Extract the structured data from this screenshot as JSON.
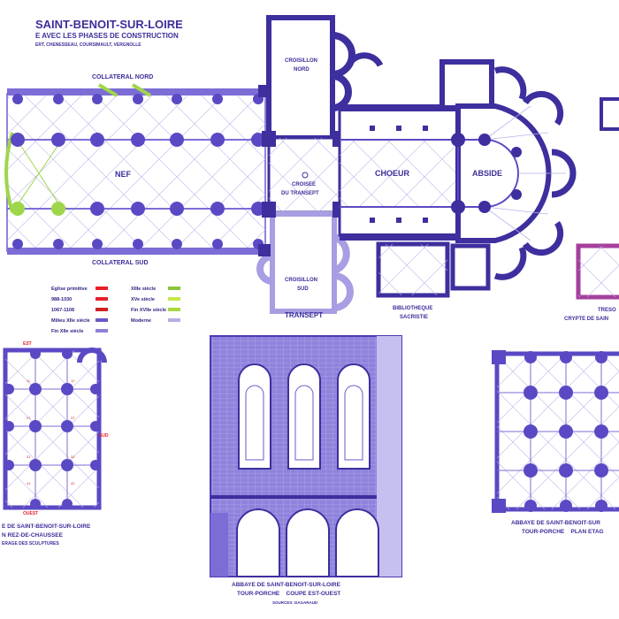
{
  "title": {
    "line1": "SAINT-BENOIT-SUR-LOIRE",
    "line2": "E AVEC LES PHASES DE CONSTRUCTION",
    "line3": "ERT, CHENESSEAU, COURSIMAULT, VERGNOLLE"
  },
  "main_plan": {
    "collateral_nord": "COLLATERAL NORD",
    "collateral_sud": "COLLATERAL SUD",
    "nef": "NEF",
    "croisillon_nord_1": "CROISILLON",
    "croisillon_nord_2": "NORD",
    "croisee_1": "CROISEE",
    "croisee_2": "DU TRANSEPT",
    "choeur": "CHOEUR",
    "abside": "ABSIDE",
    "croisillon_sud_1": "CROISILLON",
    "croisillon_sud_2": "SUD",
    "transept": "TRANSEPT",
    "bibliotheque_1": "BIBLIOTHEQUE",
    "bibliotheque_2": "SACRISTIE",
    "tresor_1": "TRESO",
    "tresor_2": "CRYPTE DE SAIN"
  },
  "legend": {
    "items": [
      {
        "label": "Eglise primitive",
        "color": "#e8202a"
      },
      {
        "label": "988-1030",
        "color": "#e8202a"
      },
      {
        "label": "1067-1108",
        "color": "#d0201f"
      },
      {
        "label": "Milieu XIIe siècle",
        "color": "#6a58c8"
      },
      {
        "label": "Fin XIIe siècle",
        "color": "#8f80d8"
      },
      {
        "label": "XIIIe siècle",
        "color": "#8cc43c"
      },
      {
        "label": "XVe siècle",
        "color": "#c4e84a"
      },
      {
        "label": "Fin XVIIe siècle",
        "color": "#a8d840"
      },
      {
        "label": "Moderne",
        "color": "#b4aee6"
      }
    ]
  },
  "porch_ground": {
    "est": "EST",
    "sud": "SUD",
    "ouest": "OUEST",
    "caption1": "E DE SAINT-BENOIT-SUR-LOIRE",
    "caption2": "N REZ-DE-CHAUSSEE",
    "caption3": "ERAGE DES SCULPTURES"
  },
  "section": {
    "caption1": "ABBAYE DE SAINT-BENOIT-SUR-LOIRE",
    "caption2": "TOUR-PORCHE    COUPE EST-OUEST",
    "caption3": "SOURCES: DAGARAUD"
  },
  "porch_upper": {
    "caption1": "ABBAYE DE SAINT-BENOIT-SUR",
    "caption2": "TOUR-PORCHE    PLAN ETAG"
  },
  "colors": {
    "wall_dark": "#3d2f9e",
    "wall_mid": "#5a49c4",
    "wall_light": "#a79ee3",
    "green": "#9ed64a",
    "red": "#e8202a",
    "magenta": "#a4409c"
  }
}
